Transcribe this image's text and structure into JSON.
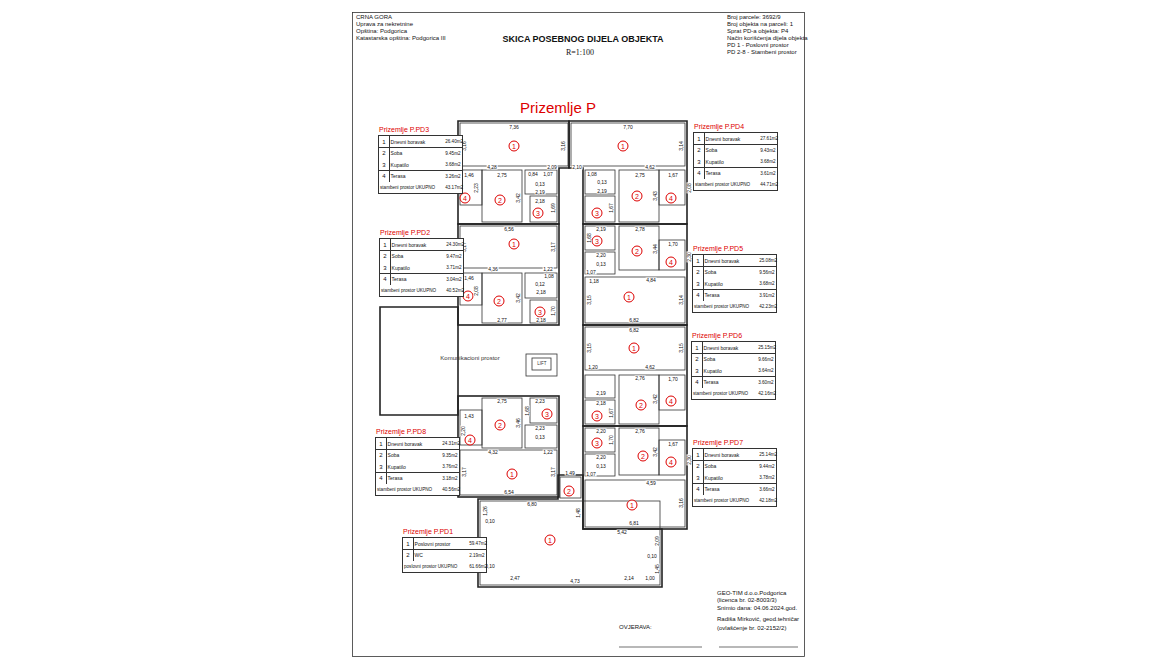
{
  "diagram": {
    "title": "SKICA POSEBNOG DIJELA OBJEKTA",
    "nodes": [
      {
        "text": [
          "Prizemlje P.PD3",
          "1",
          "Dnevni boravak",
          "26.40m2",
          "2",
          "Soba",
          "9.45m2",
          "3",
          "Kupatilo",
          "3.68m2",
          "4",
          "Terasa",
          "3.26m2",
          "stambeni prostor UKUPNO",
          "43.17m2"
        ]
      },
      {
        "text": [
          "Prizemlje P.PD4",
          "1",
          "Dnevni boravak",
          "27.61m2",
          "2",
          "Soba",
          "9.43m2",
          "3",
          "Kupatilo",
          "3.68m2",
          "4",
          "Terasa",
          "3.61m2",
          "stambeni prostor UKUPNO",
          "44.71m2"
        ]
      },
      {
        "text": [
          "Prizemlje P.PD2",
          "1",
          "Dnevni boravak",
          "24.30m2",
          "2",
          "Soba",
          "9.47m2",
          "3",
          "Kupatilo",
          "3.71m2",
          "4",
          "Terasa",
          "3.04m2",
          "stambeni prostor UKUPNO",
          "40.52m2"
        ]
      },
      {
        "text": [
          "Prizemlje P.PD5",
          "1",
          "Dnevni boravak",
          "25.08m2",
          "2",
          "Soba",
          "9.56m2",
          "3",
          "Kupatilo",
          "3.68m2",
          "4",
          "Terasa",
          "3.91m2",
          "stambeni prostor UKUPNO",
          "42.23m2"
        ]
      },
      {
        "text": [
          "Prizemlje P.PD6",
          "1",
          "Dnevni boravak",
          "25.15m2",
          "2",
          "Soba",
          "9.66m2",
          "3",
          "Kupatilo",
          "3.64m2",
          "4",
          "Terasa",
          "3.60m2",
          "stambeni prostor UKUPNO",
          "42.16m2"
        ]
      },
      {
        "text": [
          "Prizemlje P.PD8",
          "1",
          "Dnevni boravak",
          "24.31m2",
          "2",
          "Soba",
          "9.35m2",
          "3",
          "Kupatilo",
          "3.76m2",
          "4",
          "Terasa",
          "3.18m2",
          "stambeni prostor UKUPNO",
          "40.56m2"
        ]
      },
      {
        "text": [
          "Prizemlje P.PD7",
          "1",
          "Dnevni boravak",
          "25.14m2",
          "2",
          "Soba",
          "9.44m2",
          "3",
          "Kupatilo",
          "3.78m2",
          "4",
          "Terasa",
          "3.66m2",
          "stambeni prostor UKUPNO",
          "42.18m2"
        ]
      },
      {
        "text": [
          "Prizemlje P.PD1",
          "1",
          "Poslovni prostor",
          "59.47m2",
          "2",
          "WC",
          "2.19m2",
          "poslovni prostor UKUPNO",
          "61.66m2"
        ]
      }
    ],
    "labels": [
      "CRNA GORA",
      "Uprava za nekretnine",
      "Opština: Podgorica",
      "Katastarska opština: Podgorica III",
      "R=1:100",
      "Broj parcele: 3692/9",
      "Broj objekta na parceli: 1",
      "Sprat PD-a objekta: P4",
      "Način korišćenja dijela objekta",
      "PD 1 - Poslovni prostor",
      "PD 2-8 - Stambeni prostor",
      "Prizemlje P",
      "Komunikacioni prostor",
      "LIFT",
      "GEO-TIM d.o.o.Podgorica",
      "(licenca br. 02-8003/3)",
      "Snimio dana: 04.06.2024.god.",
      "Radiša Mirković, geod.tehničar",
      "(ovlašćenje br. 02-2152/2)",
      "OVJERAVA:",
      "1",
      "2",
      "3",
      "4",
      "1",
      "2",
      "3",
      "4",
      "1",
      "2",
      "3",
      "4",
      "3",
      "2",
      "4",
      "1",
      "1",
      "2",
      "3",
      "4",
      "2",
      "3",
      "4",
      "1",
      "3",
      "2",
      "4",
      "1",
      "2",
      "1",
      "7,36",
      "3,16",
      "3,16",
      "4,28",
      "2,09",
      "1,46",
      "2,75",
      "2,23",
      "3,42",
      "0,84",
      "1,07",
      "0,13",
      "2,19",
      "2,18",
      "1,69",
      "7,70",
      "3,14",
      "4,62",
      "2,10",
      "1,08",
      "0,13",
      "2,19",
      "1,67",
      "2,75",
      "1,67",
      "3,43",
      "2,08",
      "6,56",
      "3,17",
      "3,17",
      "4,36",
      "1,22",
      "1,46",
      "2,08",
      "3,42",
      "1,08",
      "0,12",
      "2,18",
      "1,70",
      "2,77",
      "2,18",
      "2,19",
      "1,68",
      "2,78",
      "2,20",
      "0,13",
      "1,07",
      "1,18",
      "1,70",
      "3,44",
      "2,30",
      "4,84",
      "3,15",
      "3,14",
      "6,82",
      "6,82",
      "3,15",
      "3,15",
      "1,20",
      "4,62",
      "2,76",
      "1,70",
      "2,19",
      "2,18",
      "1,67",
      "3,42",
      "2,75",
      "2,23",
      "1,43",
      "1,68",
      "3,46",
      "2,20",
      "2,23",
      "0,13",
      "1,22",
      "4,32",
      "3,17",
      "3,17",
      "6,54",
      "2,20",
      "1,70",
      "2,76",
      "2,20",
      "0,13",
      "1,07",
      "1,67",
      "3,42",
      "2,30",
      "4,59",
      "3,16",
      "6,81",
      "1,49",
      "6,80",
      "1,26",
      "0,10",
      "1,48",
      "5,42",
      "3,32",
      "2,09",
      "0,10",
      "0,10",
      "2,47",
      "4,73",
      "2,14",
      "1,00",
      "1,45"
    ]
  }
}
